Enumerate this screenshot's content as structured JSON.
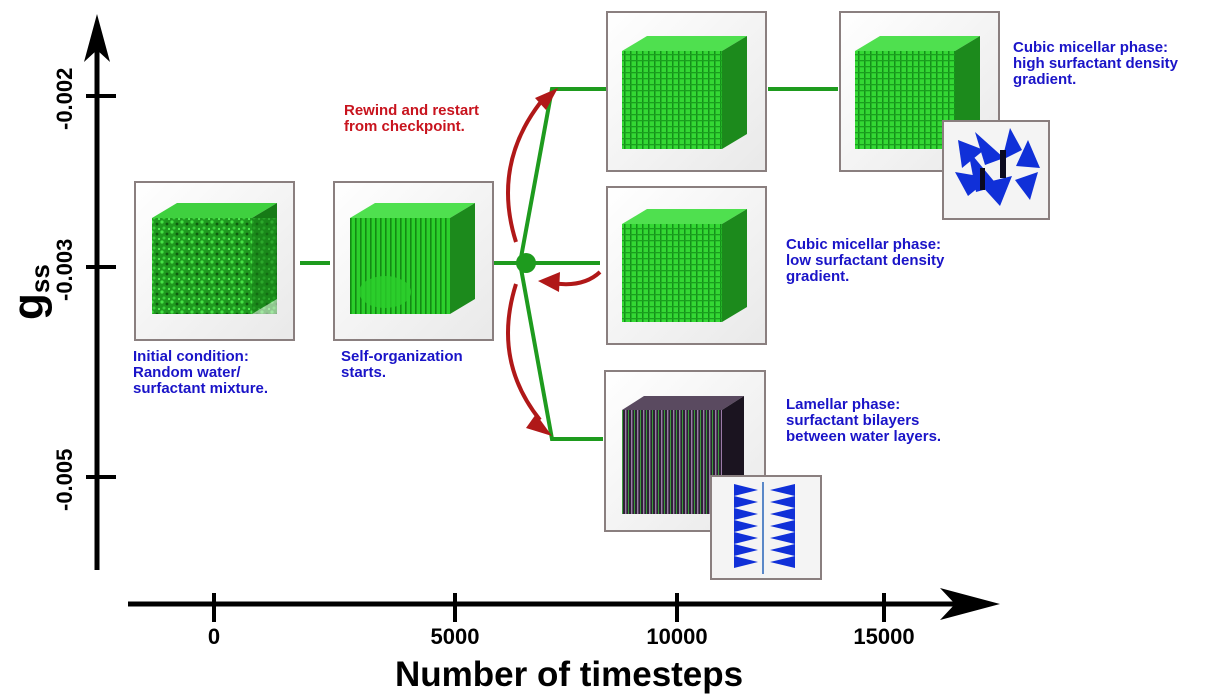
{
  "y_axis": {
    "label_main": "g",
    "label_sub": "ss",
    "ticks": [
      "-0.002",
      "-0.003",
      "-0.005"
    ]
  },
  "x_axis": {
    "label": "Number of timesteps",
    "ticks": [
      "0",
      "5000",
      "10000",
      "15000"
    ]
  },
  "captions": {
    "initial": "Initial condition:\nRandom water/\nsurfactant mixture.",
    "self_org": "Self-organization\nstarts.",
    "rewind": "Rewind and restart\nfrom checkpoint.",
    "cubic_high": "Cubic micellar phase:\nhigh surfactant density\ngradient.",
    "cubic_low": "Cubic micellar phase:\nlow surfactant density\ngradient.",
    "lamellar": "Lamellar phase:\nsurfactant bilayers\nbetween water layers."
  },
  "colors": {
    "branch_line": "#1e9b1e",
    "rewind_arrow": "#b01818",
    "caption_blue": "#1a14c8",
    "caption_red": "#c8141e",
    "cube_green": "#2fd42f",
    "lamellar_cube": "#3a2a3e",
    "cone_blue": "#1030d8"
  }
}
